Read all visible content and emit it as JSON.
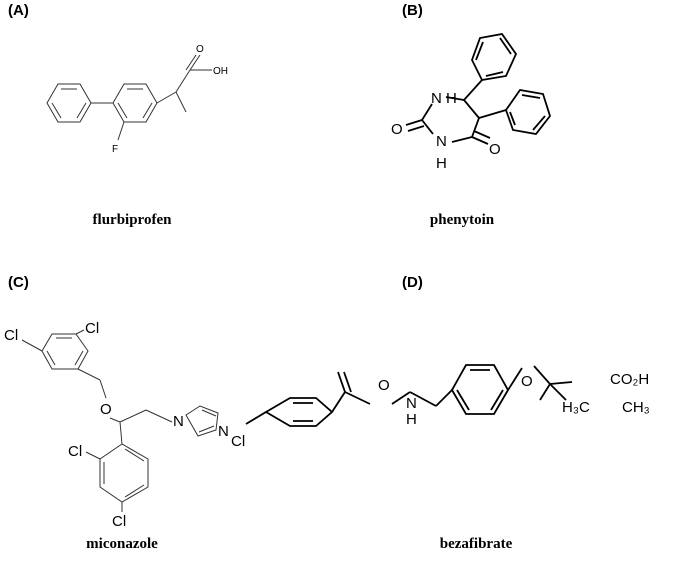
{
  "panels": [
    {
      "letter": "(A)",
      "caption": "flurbiprofen",
      "atoms": {
        "acid_oh": "OH",
        "acid_o": "O",
        "fluorine": "F"
      }
    },
    {
      "letter": "(B)",
      "caption": "phenytoin",
      "atoms": {
        "nh_top": "N",
        "h_top": "H",
        "nh_bottom": "N",
        "h_bottom": "H",
        "o_left": "O",
        "o_right": "O"
      }
    },
    {
      "letter": "(C)",
      "caption": "miconazole",
      "atoms": {
        "cl_1": "Cl",
        "cl_2": "Cl",
        "cl_3": "Cl",
        "cl_4": "Cl",
        "o_ether": "O",
        "n_imid_1": "N",
        "n_imid_2": "N"
      }
    },
    {
      "letter": "(D)",
      "caption": "bezafibrate",
      "atoms": {
        "cl": "Cl",
        "o_amide": "O",
        "n_amide": "N",
        "h_amide": "H",
        "o_ether": "O",
        "co2h": "CO₂H",
        "h3c": "H₃C",
        "ch3": "CH₃"
      }
    }
  ]
}
